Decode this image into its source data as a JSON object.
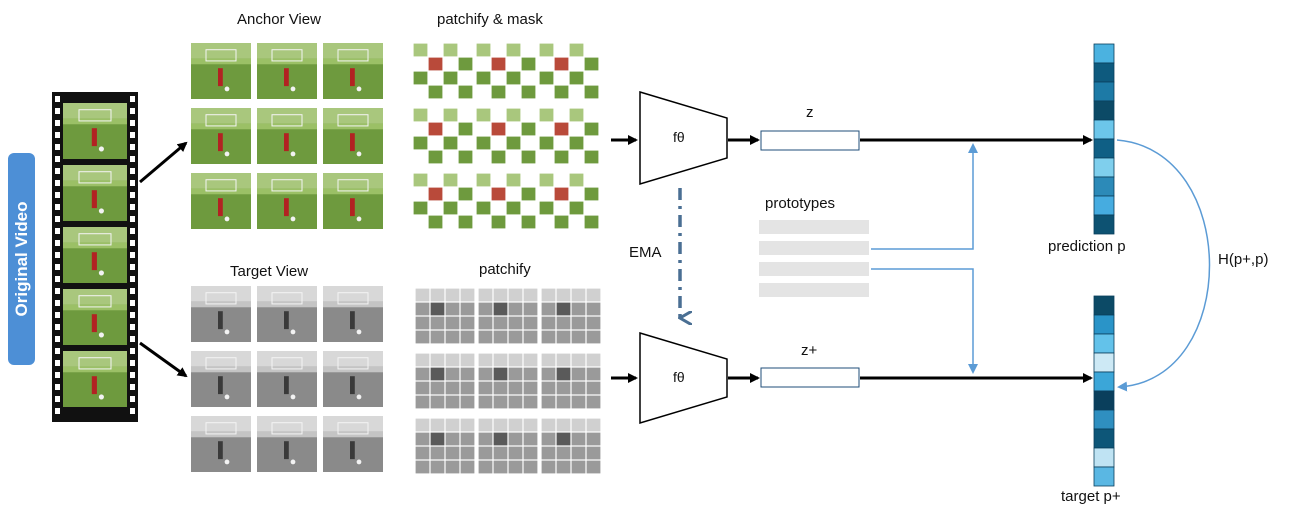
{
  "side_label": "Original Video",
  "anchor_view_title": "Anchor View",
  "patchify_mask_title": "patchify & mask",
  "target_view_title": "Target View",
  "patchify_title": "patchify",
  "encoder_label": "fθ",
  "ema_label": "EMA",
  "z_label": "z",
  "z_plus_label": "z+",
  "prototypes_label": "prototypes",
  "prediction_label": "prediction p",
  "target_label": "target p+",
  "loss_label": "H(p+,p)",
  "colors": {
    "grass": "#6e9a3e",
    "grass_light": "#9bc066",
    "gray_dark": "#8a8a8a",
    "gray_light": "#c4c4c4",
    "pill": "#4d8fd6",
    "arrow_blue": "#5b9bd5",
    "ema_blue": "#4a6f93",
    "prototype_gray": "#e4e4e4"
  },
  "prediction_bar_colors": [
    "#4bb2e0",
    "#0e5a7e",
    "#1d7aa6",
    "#0c4a66",
    "#6cc6ea",
    "#0f5f85",
    "#7fcfed",
    "#2c8ab8",
    "#46ace0",
    "#0d5272"
  ],
  "target_bar_colors": [
    "#0c4a66",
    "#2a94c8",
    "#63c2ea",
    "#cde9f5",
    "#3ba6d8",
    "#0a3f5c",
    "#2f8fc0",
    "#0d5678",
    "#bfe3f3",
    "#5ab7e3"
  ]
}
